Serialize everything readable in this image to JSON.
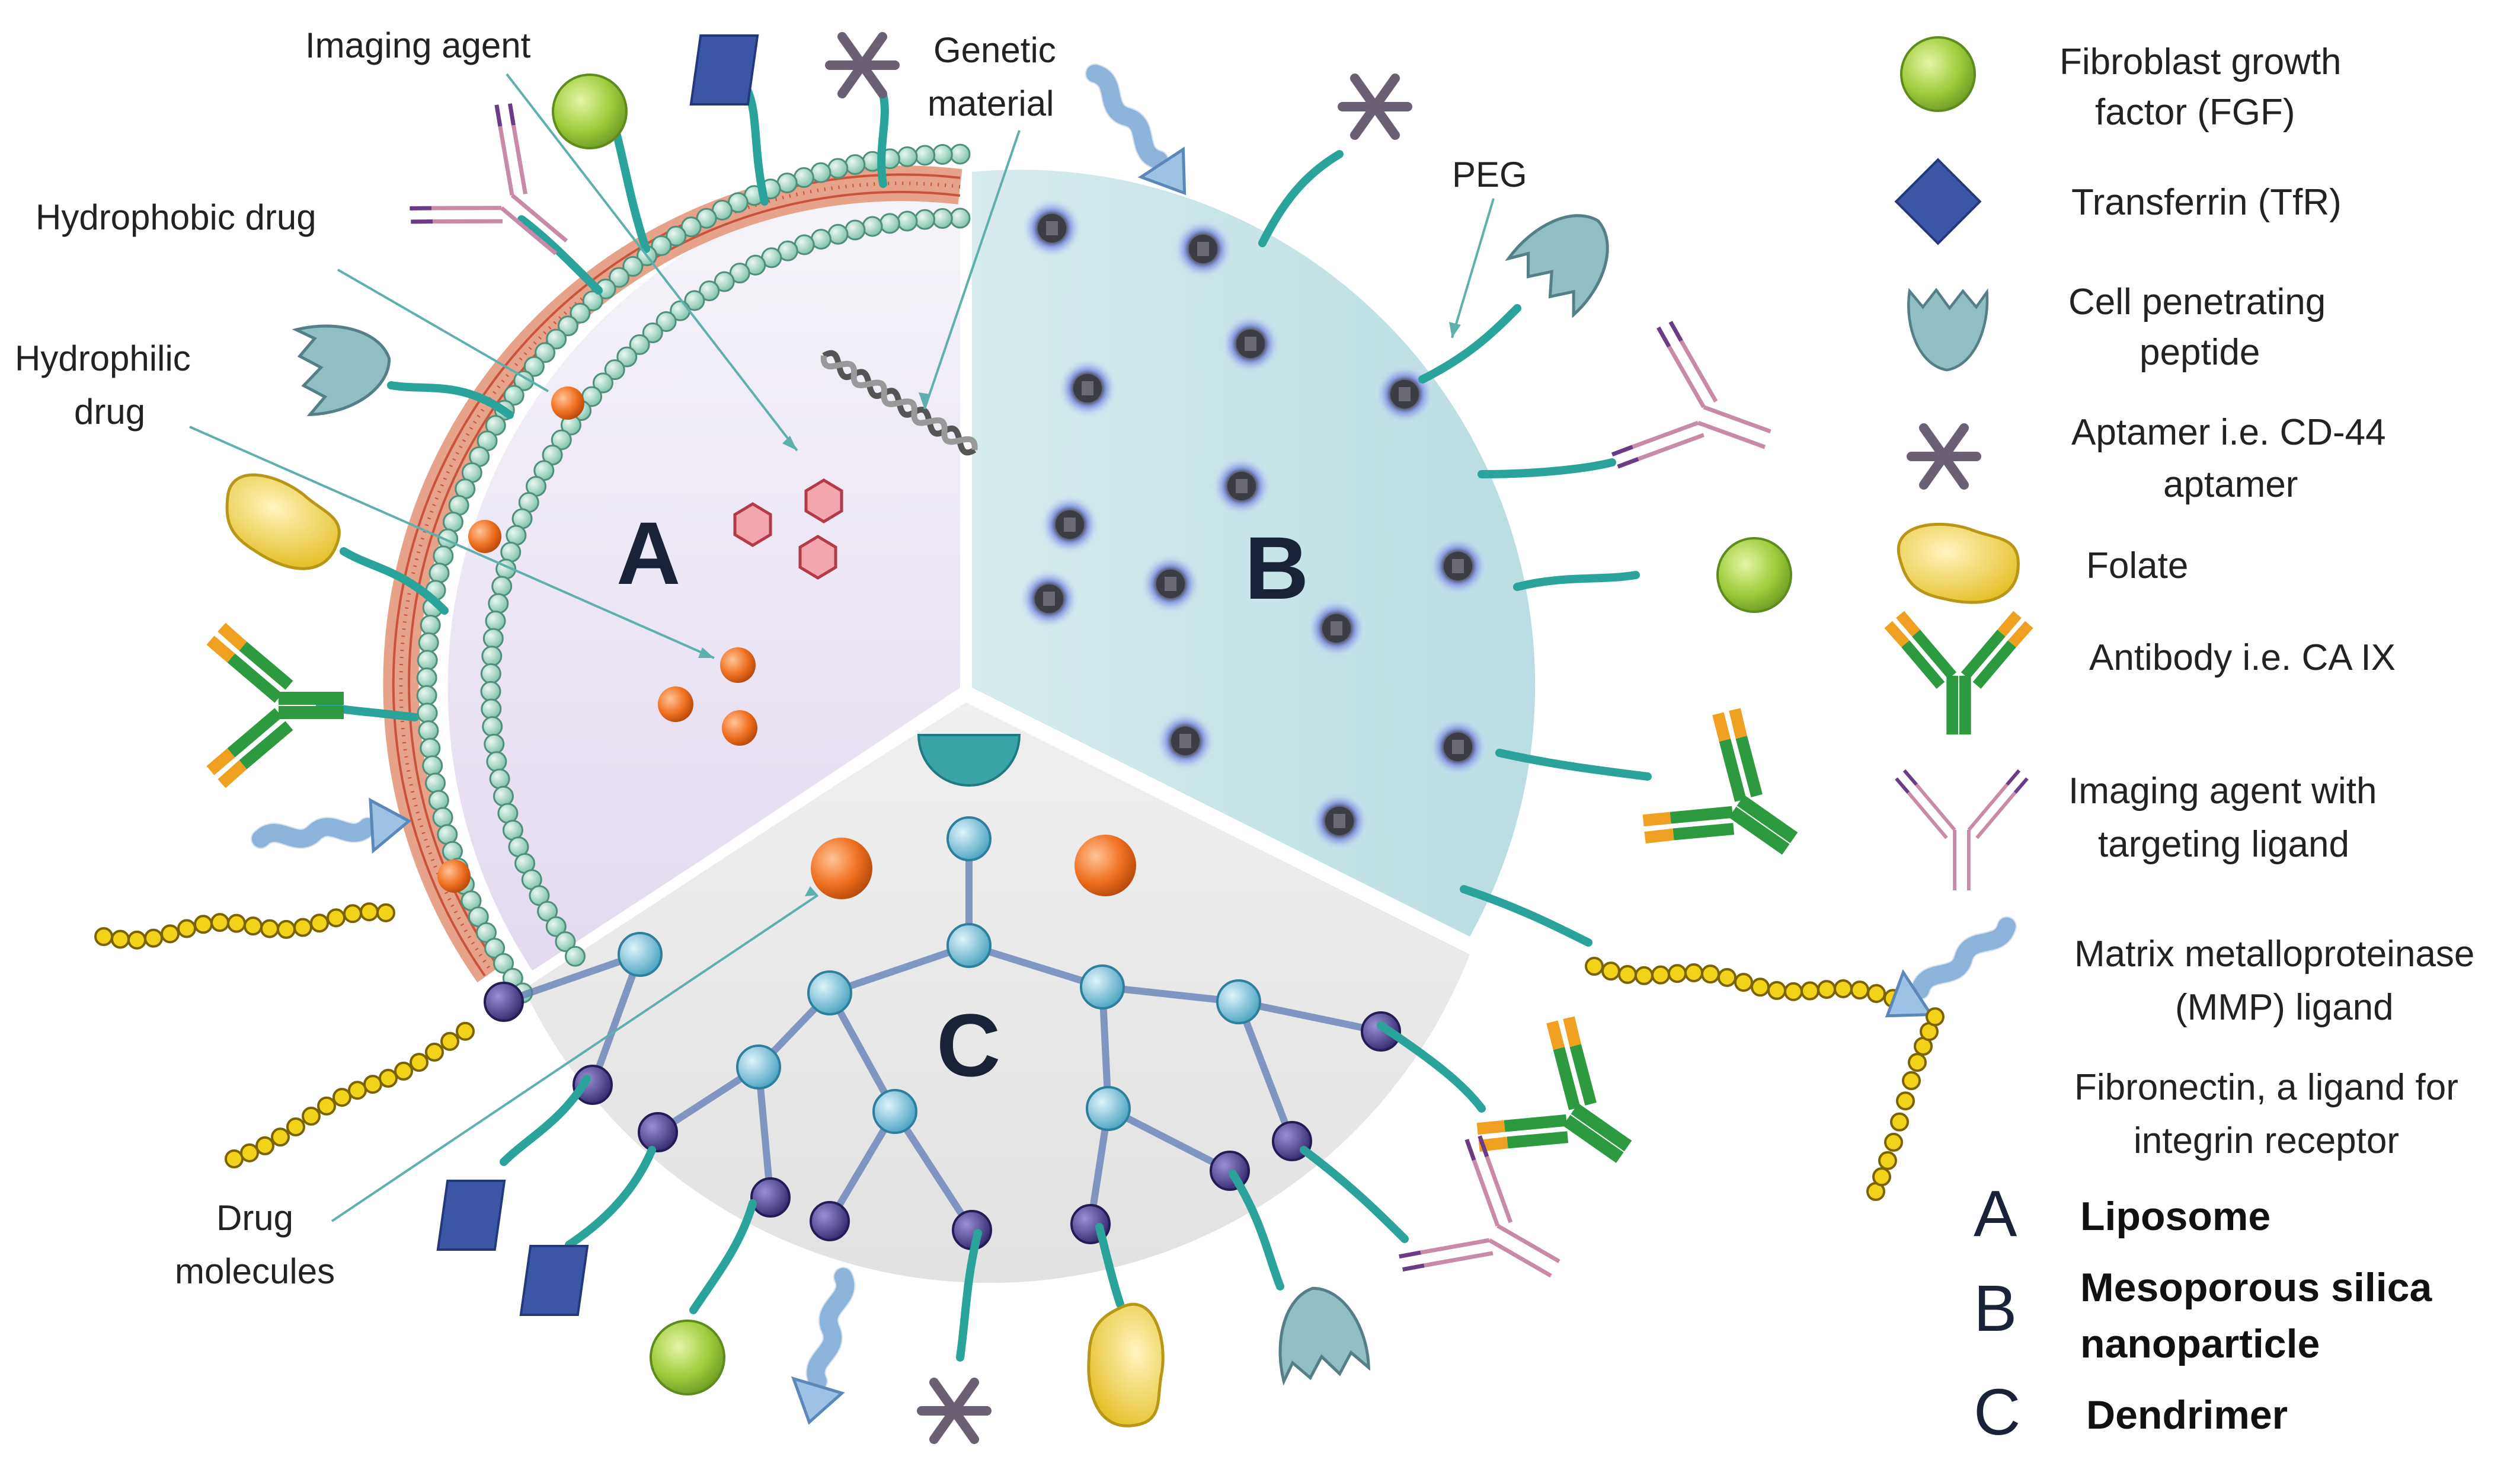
{
  "labels": {
    "imaging_agent": "Imaging agent",
    "genetic_material_1": "Genetic",
    "genetic_material_2": "material",
    "hydrophobic_drug": "Hydrophobic drug",
    "hydrophilic_drug_1": "Hydrophilic",
    "hydrophilic_drug_2": "drug",
    "peg": "PEG",
    "drug_molecules_1": "Drug",
    "drug_molecules_2": "molecules"
  },
  "sectors": {
    "a": "A",
    "b": "B",
    "c": "C"
  },
  "legend": {
    "fgf_1": "Fibroblast growth",
    "fgf_2": "factor (FGF)",
    "tfr": "Transferrin (TfR)",
    "cpp_1": "Cell penetrating",
    "cpp_2": "peptide",
    "aptamer_1": "Aptamer i.e. CD-44",
    "aptamer_2": "aptamer",
    "folate": "Folate",
    "antibody": "Antibody i.e. CA IX",
    "imaging_1": "Imaging agent with",
    "imaging_2": "targeting ligand",
    "mmp_1": "Matrix metalloproteinase",
    "mmp_2": "(MMP) ligand",
    "fibronectin_1": "Fibronectin, a ligand for",
    "fibronectin_2": "integrin receptor"
  },
  "key": [
    {
      "letter": "A",
      "name": "Liposome"
    },
    {
      "letter": "B",
      "name": "Mesoporous silica",
      "name2": "nanoparticle"
    },
    {
      "letter": "C",
      "name": "Dendrimer"
    }
  ],
  "colors": {
    "fgf": "#9fcc3b",
    "transferrin": "#3b57a6",
    "cpp": "#8fbfc2",
    "aptamer": "#6b5f73",
    "folate": "#f2d34f",
    "antibody_green": "#2e9a3f",
    "antibody_orange": "#f0a020",
    "imaging_pink": "#c98aa8",
    "mmp": "#9cc3e6",
    "fibronectin": "#f3d21a",
    "tether": "#2aa39a",
    "drug_orange": "#f07020",
    "dendrimer_node": "#5fb8d0",
    "dendrimer_end": "#4a3d8f"
  }
}
